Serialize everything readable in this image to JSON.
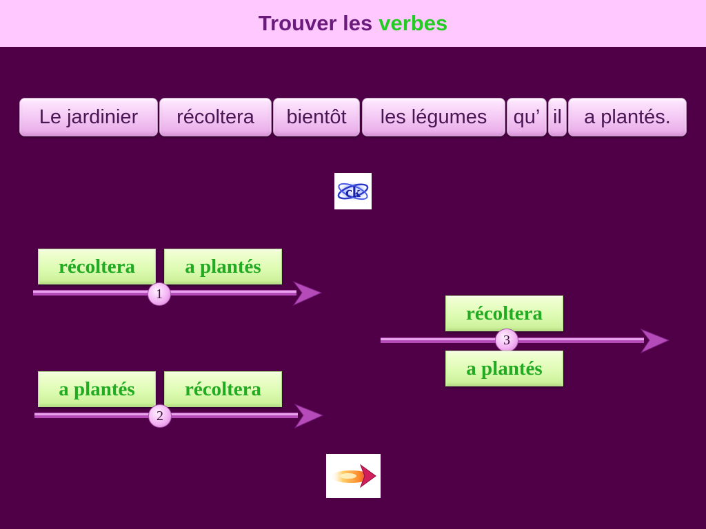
{
  "header": {
    "title_prefix": "Trouver les",
    "title_highlight": "verbes"
  },
  "sentence": {
    "words": [
      "Le jardinier",
      "récoltera",
      "bientôt",
      "les légumes",
      "qu’",
      "il",
      "a plantés."
    ]
  },
  "icons": {
    "check": "check-icon",
    "next": "next-arrow-icon"
  },
  "options": [
    {
      "number": "1",
      "cards": [
        "récoltera",
        "a plantés"
      ]
    },
    {
      "number": "2",
      "cards": [
        "a plantés",
        "récoltera"
      ]
    },
    {
      "number": "3",
      "cards": [
        "récoltera",
        "a plantés"
      ]
    }
  ],
  "colors": {
    "background": "#4f0047",
    "header": "#ffc9ff",
    "title": "#6a1b7c",
    "highlight": "#22cc22",
    "card_text": "#22aa22",
    "arrow": "#b44bb8"
  }
}
